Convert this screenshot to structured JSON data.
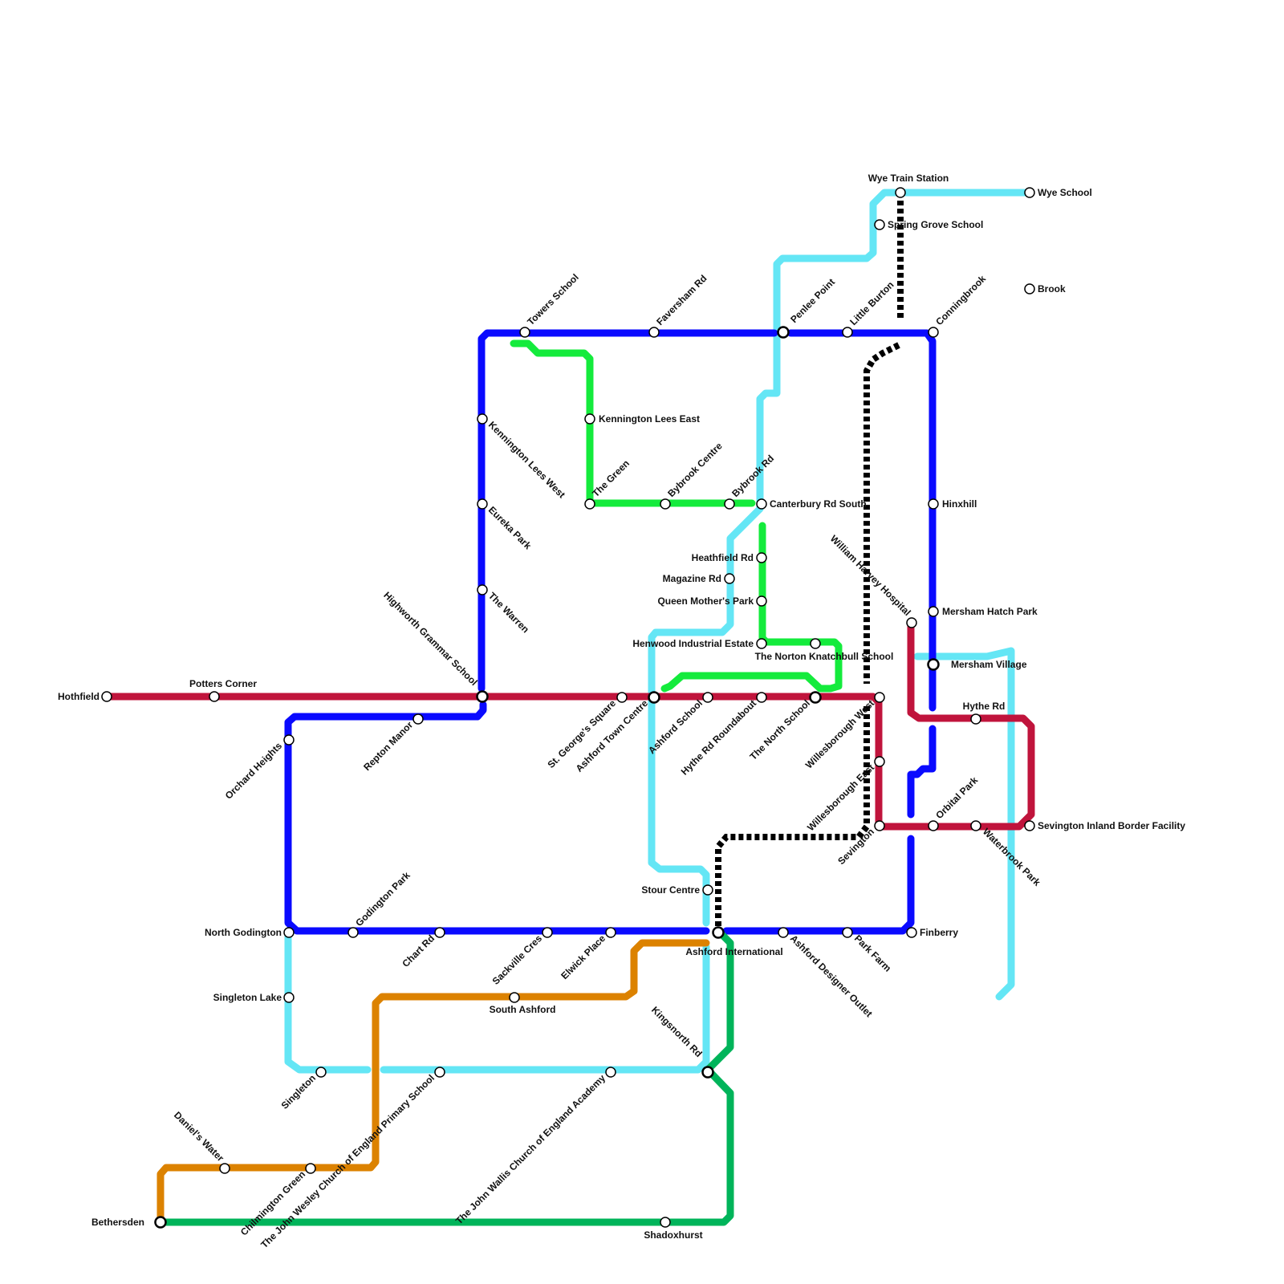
{
  "colors": {
    "red": "#c0143c",
    "blue": "#0a0aff",
    "cyan": "#64e6f5",
    "green": "#14eb3c",
    "orange": "#dc8200",
    "darkgreen": "#00b45a",
    "rail": "#000000"
  },
  "stations": [
    {
      "id": "hothfield",
      "label": "Hothfield"
    },
    {
      "id": "potters-corner",
      "label": "Potters Corner"
    },
    {
      "id": "highworth",
      "label": "Highworth Grammar School"
    },
    {
      "id": "repton-manor",
      "label": "Repton Manor"
    },
    {
      "id": "orchard-heights",
      "label": "Orchard Heights"
    },
    {
      "id": "north-godington",
      "label": "North Godington"
    },
    {
      "id": "godington-park",
      "label": "Godington Park"
    },
    {
      "id": "chart-rd",
      "label": "Chart Rd"
    },
    {
      "id": "sackville",
      "label": "Sackville Cres"
    },
    {
      "id": "elwick",
      "label": "Elwick Place"
    },
    {
      "id": "ashford-intl",
      "label": "Ashford International"
    },
    {
      "id": "ashford-designer",
      "label": "Ashford Designer Outlet"
    },
    {
      "id": "park-farm",
      "label": "Park Farm"
    },
    {
      "id": "finberry",
      "label": "Finberry"
    },
    {
      "id": "towers-school",
      "label": "Towers School"
    },
    {
      "id": "faversham-rd",
      "label": "Faversham Rd"
    },
    {
      "id": "penlee-point",
      "label": "Penlee Point"
    },
    {
      "id": "little-burton",
      "label": "Little Burton"
    },
    {
      "id": "conningbrook",
      "label": "Conningbrook"
    },
    {
      "id": "kennington-west",
      "label": "Kennington Lees West"
    },
    {
      "id": "eureka-park",
      "label": "Eureka Park"
    },
    {
      "id": "the-warren",
      "label": "The Warren"
    },
    {
      "id": "kennington-east",
      "label": "Kennington Lees East"
    },
    {
      "id": "the-green",
      "label": "The Green"
    },
    {
      "id": "bybrook-centre",
      "label": "Bybrook Centre"
    },
    {
      "id": "bybrook-rd",
      "label": "Bybrook Rd"
    },
    {
      "id": "canterbury-rd",
      "label": "Canterbury Rd South"
    },
    {
      "id": "heathfield-rd",
      "label": "Heathfield Rd"
    },
    {
      "id": "magazine-rd",
      "label": "Magazine Rd"
    },
    {
      "id": "queen-mothers",
      "label": "Queen Mother's Park"
    },
    {
      "id": "henwood",
      "label": "Henwood Industrial Estate"
    },
    {
      "id": "norton-knatchbull",
      "label": "The Norton Knatchbull School"
    },
    {
      "id": "st-georges",
      "label": "St. George's Square"
    },
    {
      "id": "ashford-town",
      "label": "Ashford Town Centre"
    },
    {
      "id": "ashford-school",
      "label": "Ashford School"
    },
    {
      "id": "hythe-rd-roundabout",
      "label": "Hythe Rd Roundabout"
    },
    {
      "id": "north-school",
      "label": "The North School"
    },
    {
      "id": "willesborough-west",
      "label": "Willesborough West"
    },
    {
      "id": "willesborough-east",
      "label": "Willesborough East"
    },
    {
      "id": "sevington",
      "label": "Sevington"
    },
    {
      "id": "william-harvey",
      "label": "William Harvey Hospital"
    },
    {
      "id": "hythe-rd",
      "label": "Hythe Rd"
    },
    {
      "id": "orbital-park",
      "label": "Orbital Park"
    },
    {
      "id": "waterbrook-park",
      "label": "Waterbrook Park"
    },
    {
      "id": "sevington-ibf",
      "label": "Sevington Inland Border Facility"
    },
    {
      "id": "hinxhill",
      "label": "Hinxhill"
    },
    {
      "id": "mersham-hatch",
      "label": "Mersham Hatch Park"
    },
    {
      "id": "mersham-village",
      "label": "Mersham Village"
    },
    {
      "id": "wye-train",
      "label": "Wye Train Station"
    },
    {
      "id": "spring-grove",
      "label": "Spring Grove School"
    },
    {
      "id": "wye-school",
      "label": "Wye School"
    },
    {
      "id": "brook",
      "label": "Brook"
    },
    {
      "id": "stour-centre",
      "label": "Stour Centre"
    },
    {
      "id": "kingsnorth-rd",
      "label": "Kingsnorth Rd"
    },
    {
      "id": "john-wallis",
      "label": "The John Wallis Church of England Academy"
    },
    {
      "id": "singleton-lake",
      "label": "Singleton Lake"
    },
    {
      "id": "singleton",
      "label": "Singleton"
    },
    {
      "id": "john-wesley",
      "label": "The John Wesley Church of England Primary School"
    },
    {
      "id": "south-ashford",
      "label": "South Ashford"
    },
    {
      "id": "chilmington",
      "label": "Chilmington Green"
    },
    {
      "id": "daniels-water",
      "label": "Daniel's Water"
    },
    {
      "id": "bethersden",
      "label": "Bethersden"
    },
    {
      "id": "shadoxhurst",
      "label": "Shadoxhurst"
    }
  ]
}
